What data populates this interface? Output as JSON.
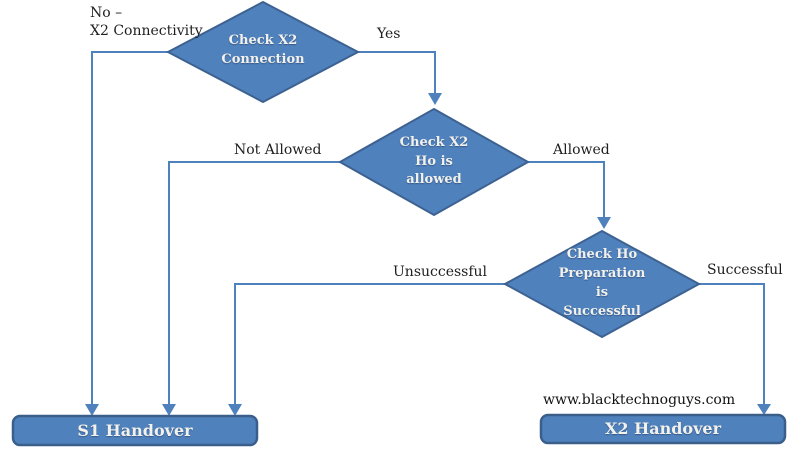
{
  "diagram": {
    "watermark": "www.blacktechnoguys.com",
    "colors": {
      "shape_fill": "#4f81bd",
      "shape_border": "#3d6292",
      "box_border": "#3a5f8b",
      "connector": "#4f81bd",
      "shape_text": "#f2f1ec",
      "label_text": "#1f1f1f",
      "background": "#ffffff"
    },
    "decisions": [
      {
        "id": "check-x2-connection",
        "label": "Check X2\nConnection"
      },
      {
        "id": "check-x2-ho-allowed",
        "label": "Check X2\nHo is\nallowed"
      },
      {
        "id": "check-ho-preparation",
        "label": "Check Ho\nPreparation\nis\nSuccessful"
      }
    ],
    "terminals": [
      {
        "id": "s1-handover",
        "label": "S1 Handover"
      },
      {
        "id": "x2-handover",
        "label": "X2 Handover"
      }
    ],
    "edge_labels": {
      "no": "No –\nX2 Connectivity",
      "yes": "Yes",
      "not_allowed": "Not Allowed",
      "allowed": "Allowed",
      "unsuccessful": "Unsuccessful",
      "successful": "Successful"
    }
  }
}
